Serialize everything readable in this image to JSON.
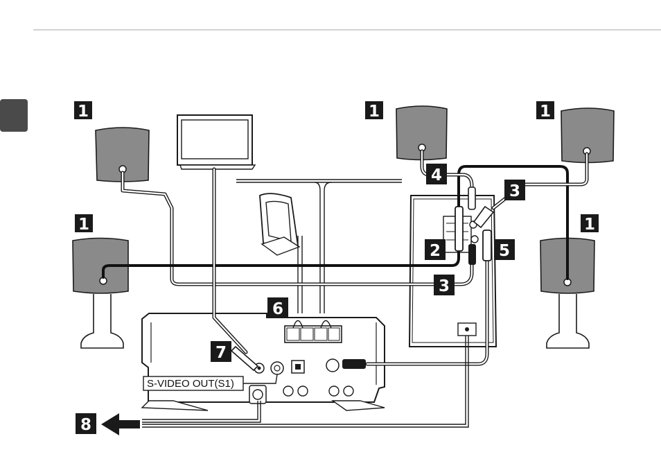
{
  "callouts": {
    "front_left": "1",
    "center": "1",
    "front_right": "1",
    "rear_left": "1",
    "rear_right": "1",
    "speaker_cord": "2",
    "subwoofer_connect": "3",
    "subwoofer_connect_lower": "3",
    "rear_speaker_cord": "4",
    "sub_system_cable": "5",
    "antenna": "6",
    "video_cord": "7",
    "ac_power": "8"
  },
  "labels": {
    "svideo_out": "S-VIDEO OUT(S1)"
  },
  "colors": {
    "speaker_fill": "#8a8a8a",
    "callout_bg": "#1a1a1a",
    "side_tab": "#4a4a4a",
    "rule": "#b8b8b8"
  },
  "icons": {
    "tv": "tv-icon",
    "loop_antenna": "loop-antenna-icon",
    "fm_antenna": "fm-antenna-icon",
    "arrow": "arrow-left-icon"
  }
}
